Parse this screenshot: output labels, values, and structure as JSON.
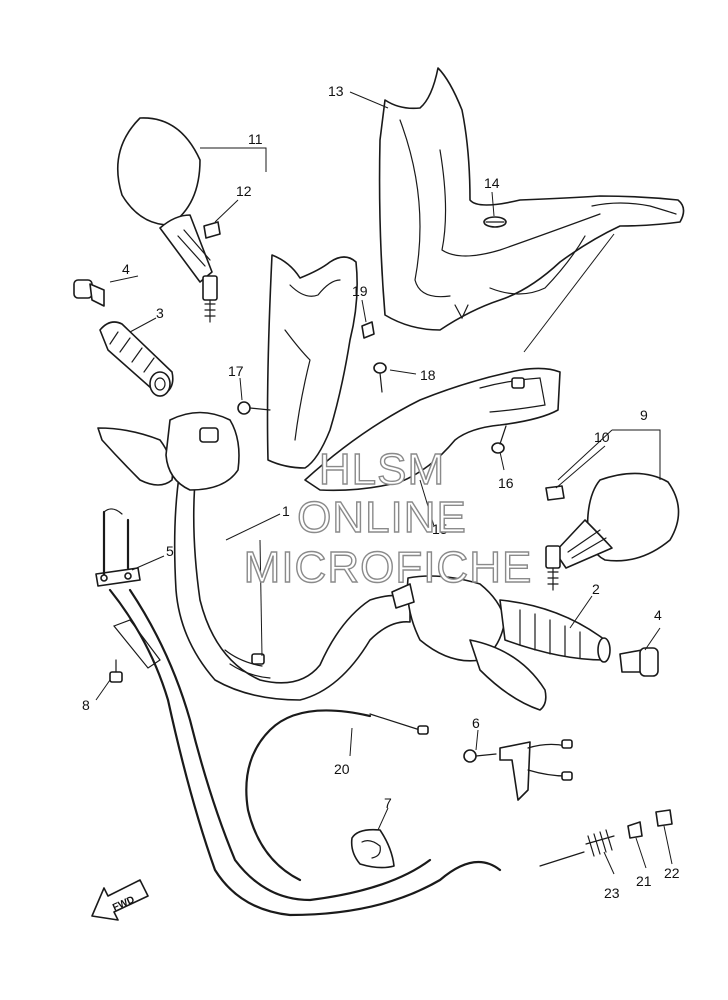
{
  "watermark": {
    "line1": "HLSM",
    "line2": "ONLINE",
    "line3": "MICROFICHE",
    "color": "#8a8a8a"
  },
  "fwd_label": "FWD",
  "callouts": {
    "p1": "1",
    "p2": "2",
    "p3": "3",
    "p4a": "4",
    "p4b": "4",
    "p5": "5",
    "p6": "6",
    "p7": "7",
    "p8": "8",
    "p9": "9",
    "p10": "10",
    "p11": "11",
    "p12": "12",
    "p13": "13",
    "p14": "14",
    "p15": "15",
    "p16": "16",
    "p17": "17",
    "p18": "18",
    "p19": "19",
    "p20": "20",
    "p21": "21",
    "p22": "22",
    "p23": "23"
  },
  "colors": {
    "line": "#1a1a1a",
    "background": "#ffffff"
  }
}
